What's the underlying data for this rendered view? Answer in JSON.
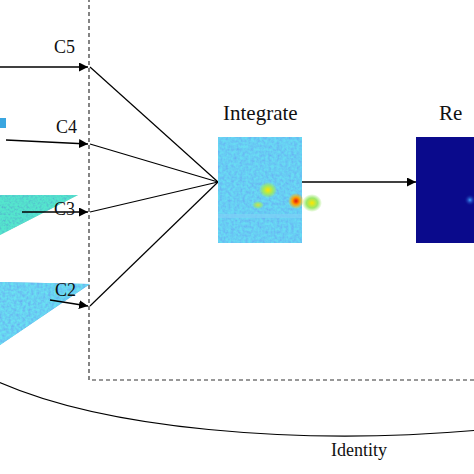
{
  "diagram": {
    "nodes": [
      {
        "text": [
          "Integrate"
        ]
      },
      {
        "text": [
          "Re"
        ]
      }
    ],
    "edges": [
      {
        "from": 0,
        "to": 1,
        "arrow": "to"
      }
    ],
    "labels": [
      "C5",
      "C4",
      "C3",
      "C2",
      "Identity"
    ]
  }
}
